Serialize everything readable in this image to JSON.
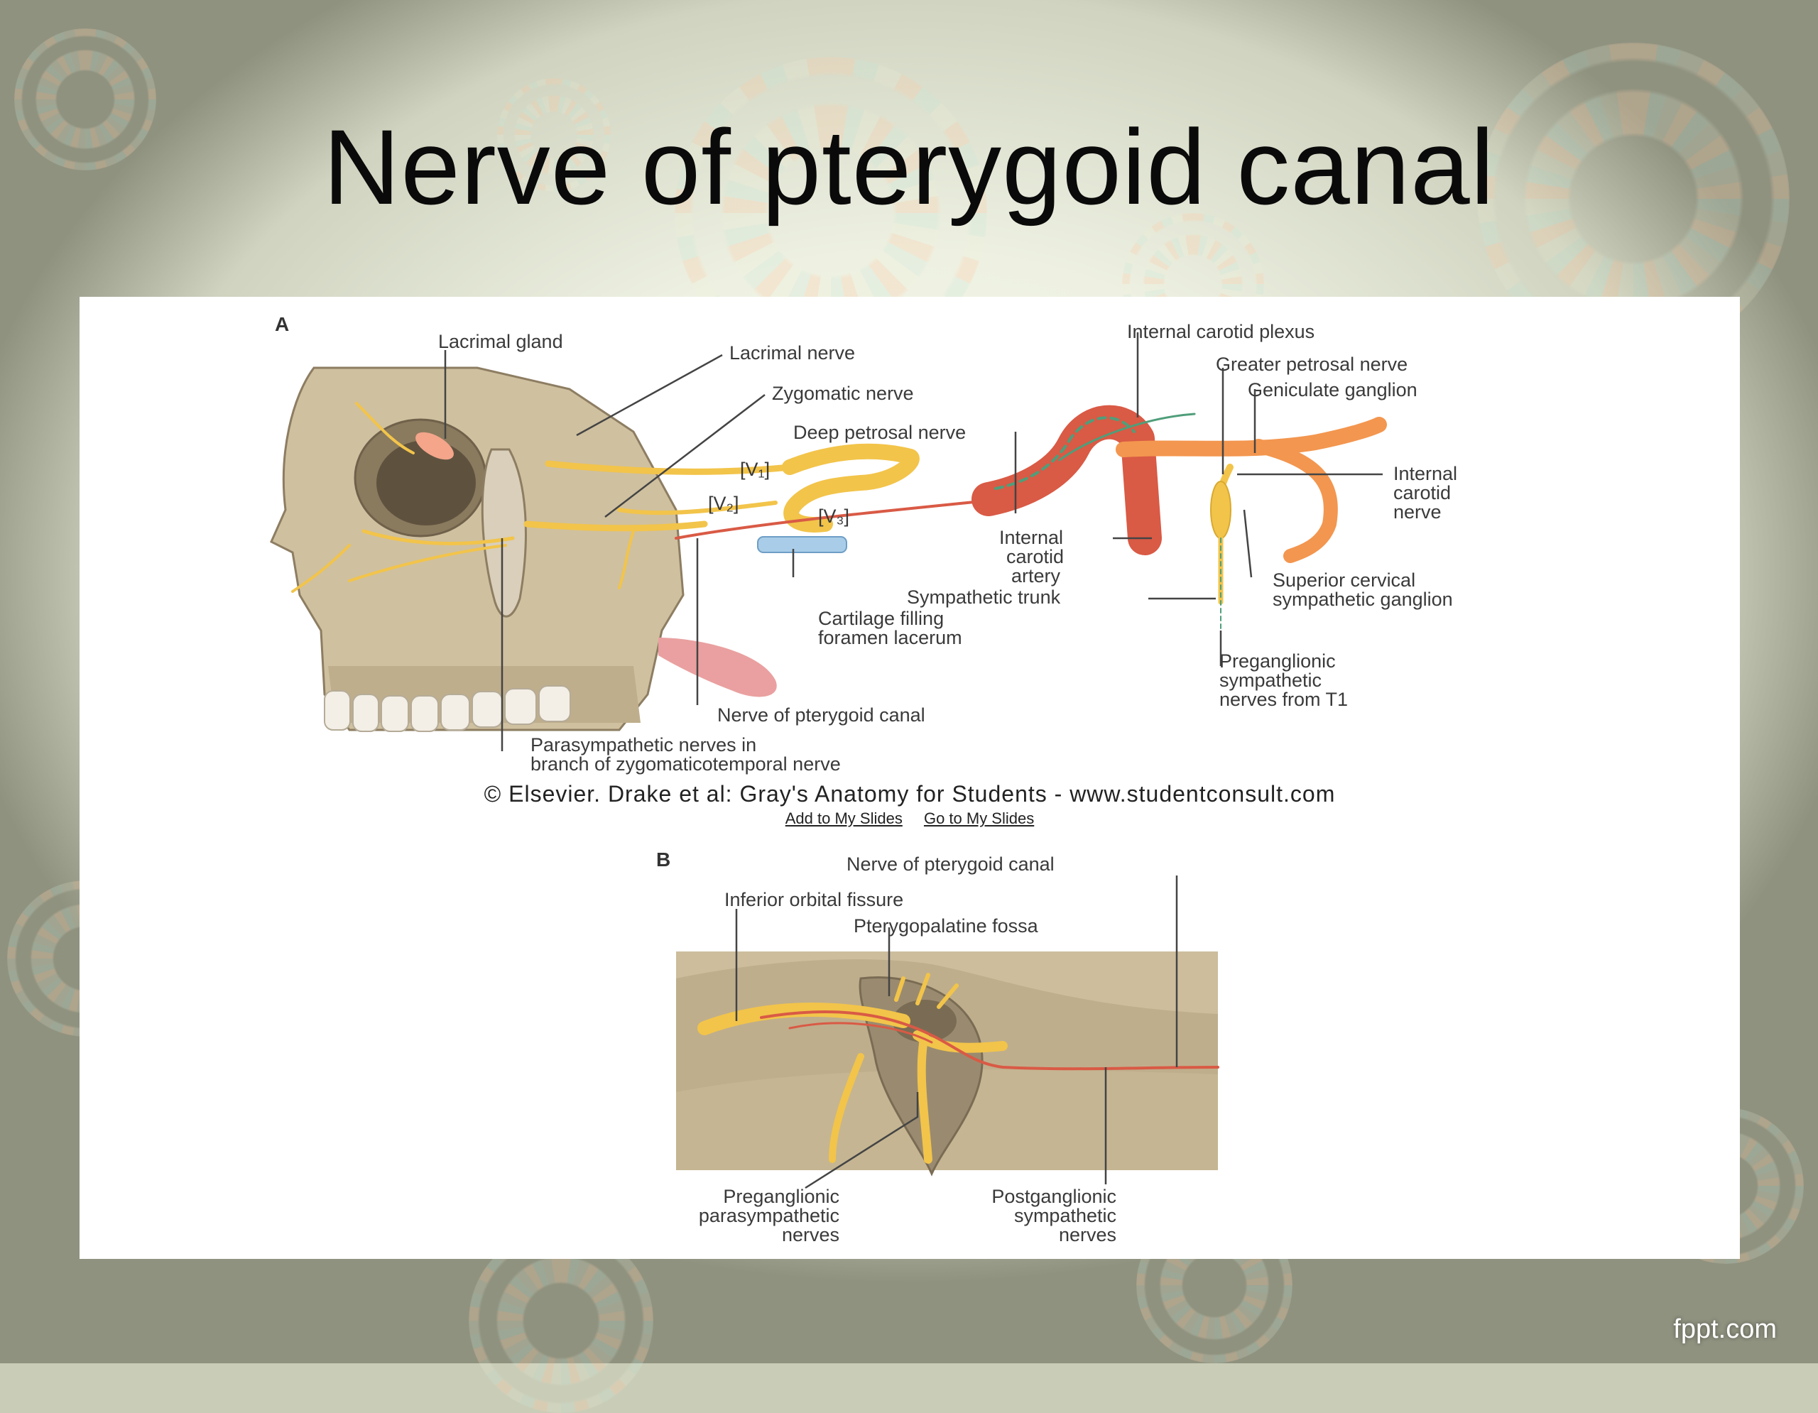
{
  "slide": {
    "title": "Nerve of pterygoid canal",
    "brand": "fppt.com"
  },
  "figure_a": {
    "letter": "A",
    "labels": {
      "lacrimal_gland": "Lacrimal gland",
      "lacrimal_nerve": "Lacrimal nerve",
      "zygomatic_nerve": "Zygomatic nerve",
      "deep_petrosal_nerve": "Deep petrosal nerve",
      "v1": "[V₁]",
      "v2": "[V₂]",
      "v3": "[V₃]",
      "internal_carotid_plexus": "Internal carotid plexus",
      "greater_petrosal_nerve": "Greater petrosal nerve",
      "geniculate_ganglion": "Geniculate ganglion",
      "internal_carotid_nerve": [
        "Internal",
        "carotid",
        "nerve"
      ],
      "internal_carotid_artery": [
        "Internal",
        "carotid",
        "artery"
      ],
      "sympathetic_trunk": "Sympathetic trunk",
      "superior_cervical_ganglion": [
        "Superior cervical",
        "sympathetic ganglion"
      ],
      "cartilage": [
        "Cartilage filling",
        "foramen lacerum"
      ],
      "preganglionic_sympathetic": [
        "Preganglionic",
        "sympathetic",
        "nerves from T1"
      ],
      "nerve_of_pterygoid_canal": "Nerve of pterygoid canal",
      "parasympathetic_nerves": [
        "Parasympathetic nerves in",
        "branch of zygomaticotemporal nerve"
      ]
    },
    "credit": "© Elsevier. Drake et al: Gray's Anatomy for Students - www.studentconsult.com",
    "link_add": "Add to My Slides",
    "link_go": "Go to My Slides"
  },
  "figure_b": {
    "letter": "B",
    "labels": {
      "nerve_of_pterygoid_canal": "Nerve of pterygoid canal",
      "inferior_orbital_fissure": "Inferior orbital fissure",
      "pterygopalatine_fossa": "Pterygopalatine fossa",
      "preganglionic_parasympathetic": [
        "Preganglionic",
        "parasympathetic",
        "nerves"
      ],
      "postganglionic_sympathetic": [
        "Postganglionic",
        "sympathetic",
        "nerves"
      ]
    }
  },
  "colors": {
    "nerve": "#f2c44a",
    "artery": "#d95a45",
    "bone": "#cdbd9c",
    "cartilage": "#a9cde8"
  }
}
